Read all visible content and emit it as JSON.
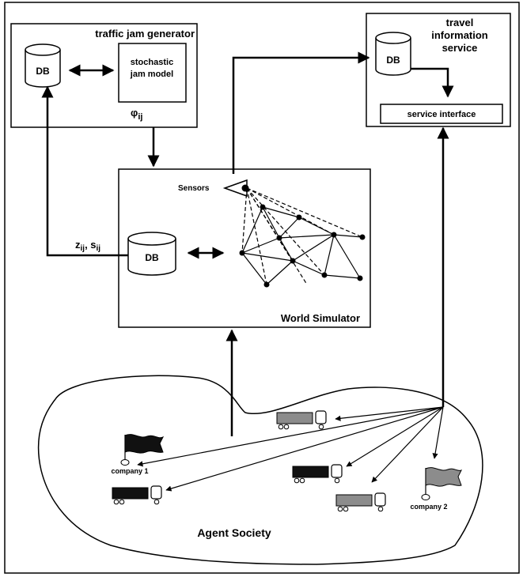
{
  "traffic_jam_generator": {
    "title": "traffic jam generator",
    "db_label": "DB",
    "model_line1": "stochastic",
    "model_line2": "jam model",
    "output_symbol": "φ",
    "output_subscript": "ij"
  },
  "travel_information_service": {
    "title_line1": "travel",
    "title_line2": "information",
    "title_line3": "service",
    "db_label": "DB",
    "interface_label": "service interface"
  },
  "world_simulator": {
    "title": "World Simulator",
    "db_label": "DB",
    "sensors_label": "Sensors"
  },
  "feedback_label": {
    "z": "z",
    "z_sub": "ij",
    "sep": ", ",
    "s": "s",
    "s_sub": "ij"
  },
  "agent_society": {
    "title": "Agent Society",
    "company1_label": "company 1",
    "company2_label": "company 2"
  },
  "colors": {
    "truck_dark": "#111111",
    "truck_gray": "#8c8c8c",
    "flag_dark": "#111111",
    "flag_gray": "#8c8c8c"
  }
}
